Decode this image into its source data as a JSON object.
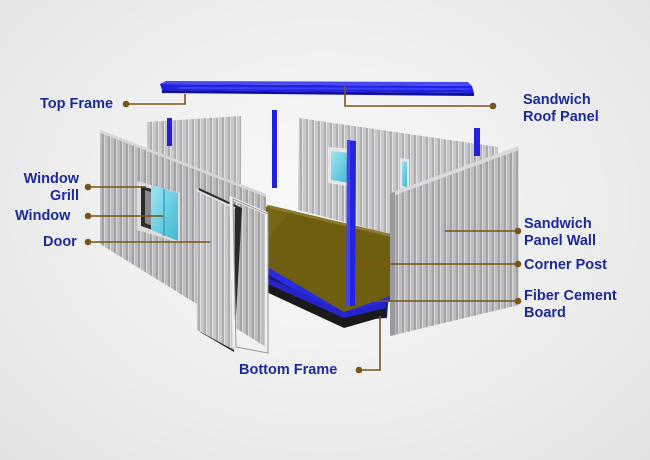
{
  "labels": {
    "top_frame": "Top Frame",
    "window_grill": "Window\nGrill",
    "window": "Window",
    "door": "Door",
    "bottom_frame": "Bottom Frame",
    "sandwich_roof_panel": "Sandwich\nRoof Panel",
    "sandwich_panel_wall": "Sandwich\nPanel Wall",
    "corner_post": "Corner Post",
    "fiber_cement_board": "Fiber Cement\nBoard"
  },
  "colors": {
    "label_text": "#1c2a99",
    "leader_line": "#7a5418",
    "frame_blue": "#2222dd",
    "panel_gray": "#b4b4b6",
    "floor_olive": "#6e5e10",
    "window_glass": "#63cfe2"
  }
}
